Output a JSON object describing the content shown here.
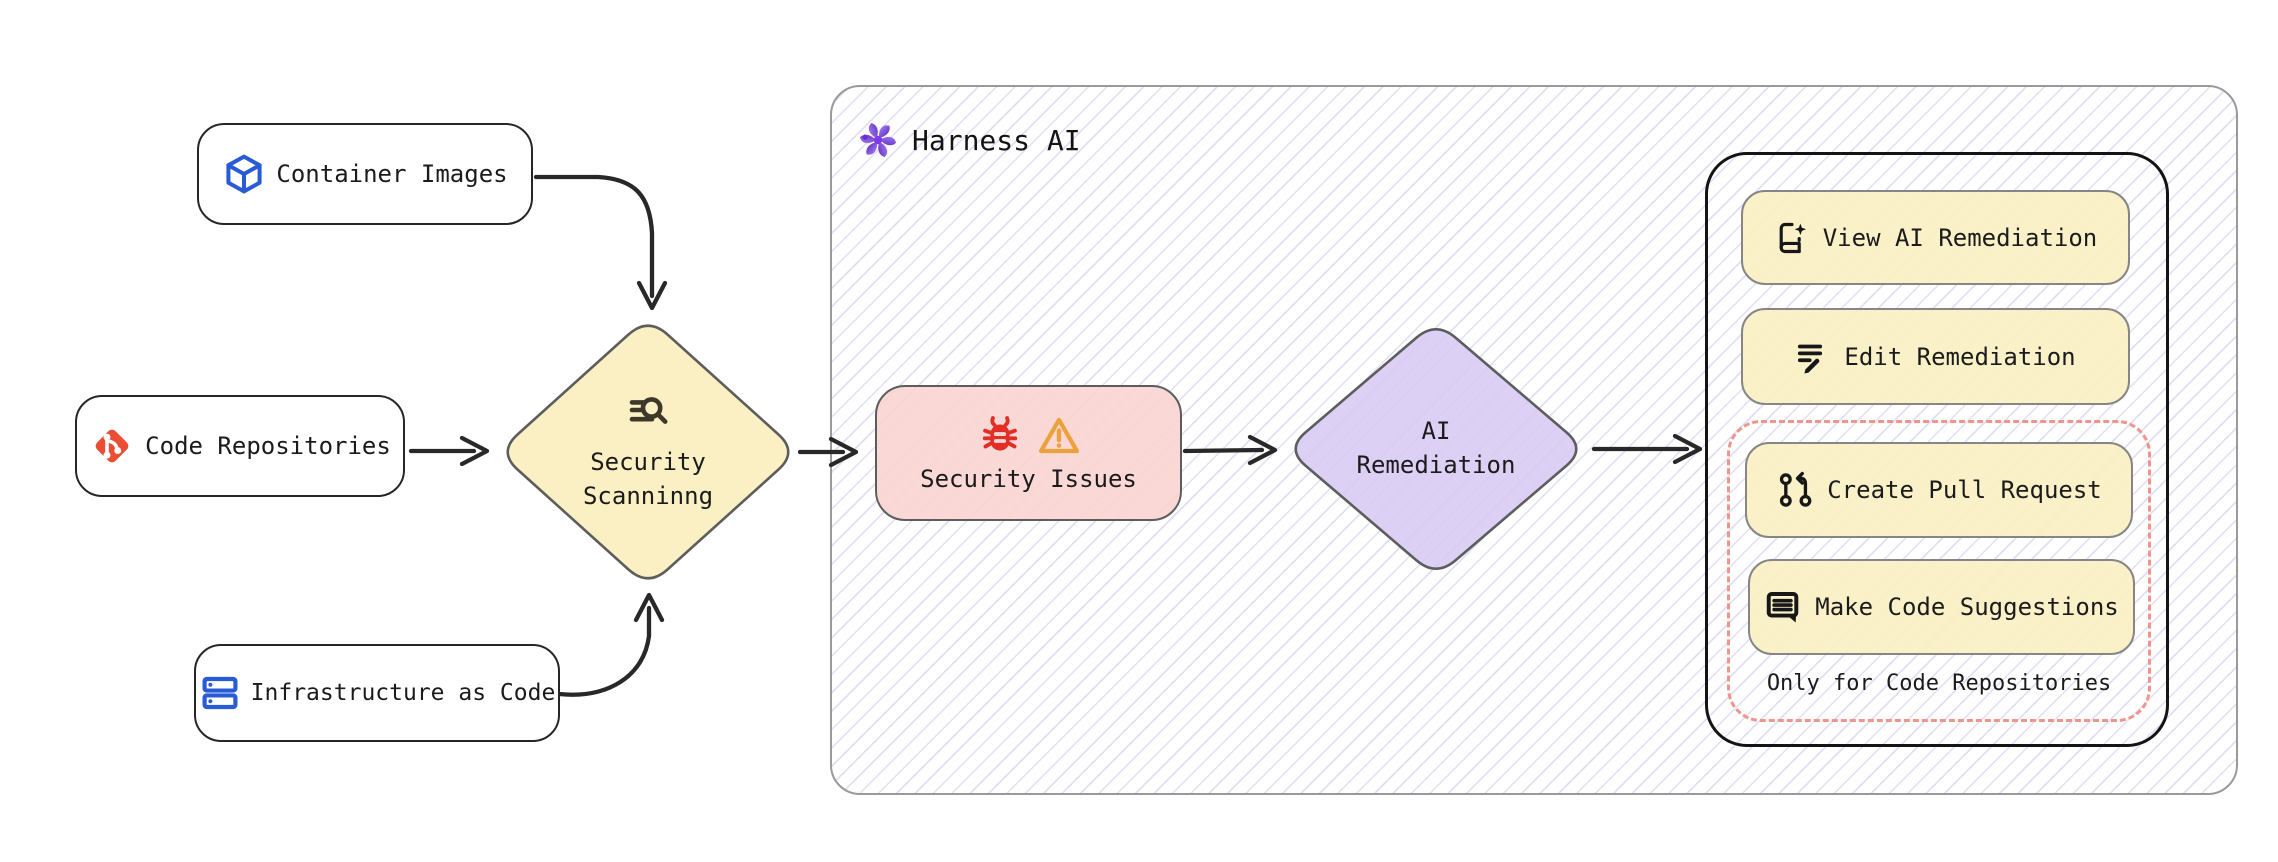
{
  "harness": {
    "title": "Harness AI"
  },
  "sources": {
    "container_images": "Container Images",
    "code_repositories": "Code Repositories",
    "infrastructure_as_code": "Infrastructure as Code"
  },
  "scanning": {
    "line1": "Security",
    "line2": "Scanninng"
  },
  "issues": {
    "label": "Security Issues"
  },
  "remediation": {
    "line1": "AI",
    "line2": "Remediation"
  },
  "actions": {
    "view": "View AI Remediation",
    "edit": "Edit Remediation",
    "create_pr": "Create Pull Request",
    "suggest": "Make Code Suggestions",
    "note": "Only for Code Repositories"
  },
  "colors": {
    "yellow_fill": "#faf0c4",
    "pink_fill": "#f8d5d1",
    "purple_fill": "#d9cdf4",
    "dashed_red": "#f0958b",
    "panel_border": "#141414",
    "container_border": "#9a9a9a",
    "hatch_line": "#e0dff5",
    "shape_border": "#5d5d5d",
    "blue_icon": "#2a5bd7",
    "git_orange": "#ea4f35",
    "bug_red": "#e12f27",
    "warning_orange": "#eba23c",
    "harness_purple": "#6d28d9",
    "arrow": "#282828"
  }
}
